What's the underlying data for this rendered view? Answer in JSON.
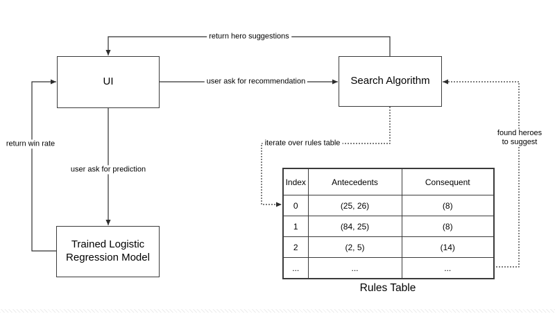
{
  "canvas": {
    "background_color": "#ffffff",
    "stroke_color": "#2d2d2d",
    "text_color": "#000000"
  },
  "nodes": {
    "ui": {
      "label": "UI"
    },
    "search": {
      "label": "Search Algorithm"
    },
    "model": {
      "label": "Trained Logistic Regression Model"
    }
  },
  "edges": {
    "hero_suggestions": {
      "label": "return hero suggestions",
      "style": "solid",
      "from": "Search Algorithm",
      "to": "UI"
    },
    "recommendation": {
      "label": "user ask for recommendation",
      "style": "solid",
      "from": "UI",
      "to": "Search Algorithm"
    },
    "prediction": {
      "label": "user ask for prediction",
      "style": "solid",
      "from": "UI",
      "to": "Trained Logistic Regression Model"
    },
    "win_rate": {
      "label": "return win rate",
      "style": "solid",
      "from": "Trained Logistic Regression Model",
      "to": "UI"
    },
    "iterate": {
      "label": "iterate over rules table",
      "style": "dotted",
      "from": "Search Algorithm",
      "to": "Rules Table"
    },
    "found_heroes": {
      "label_line1": "found heroes",
      "label_line2": "to suggest",
      "style": "dotted",
      "from": "Rules Table",
      "to": "Search Algorithm"
    }
  },
  "rules_table": {
    "caption": "Rules Table",
    "headers": [
      "Index",
      "Antecedents",
      "Consequent"
    ],
    "rows": [
      [
        "0",
        "(25, 26)",
        "(8)"
      ],
      [
        "1",
        "(84, 25)",
        "(8)"
      ],
      [
        "2",
        "(2, 5)",
        "(14)"
      ],
      [
        "...",
        "...",
        "..."
      ]
    ]
  }
}
